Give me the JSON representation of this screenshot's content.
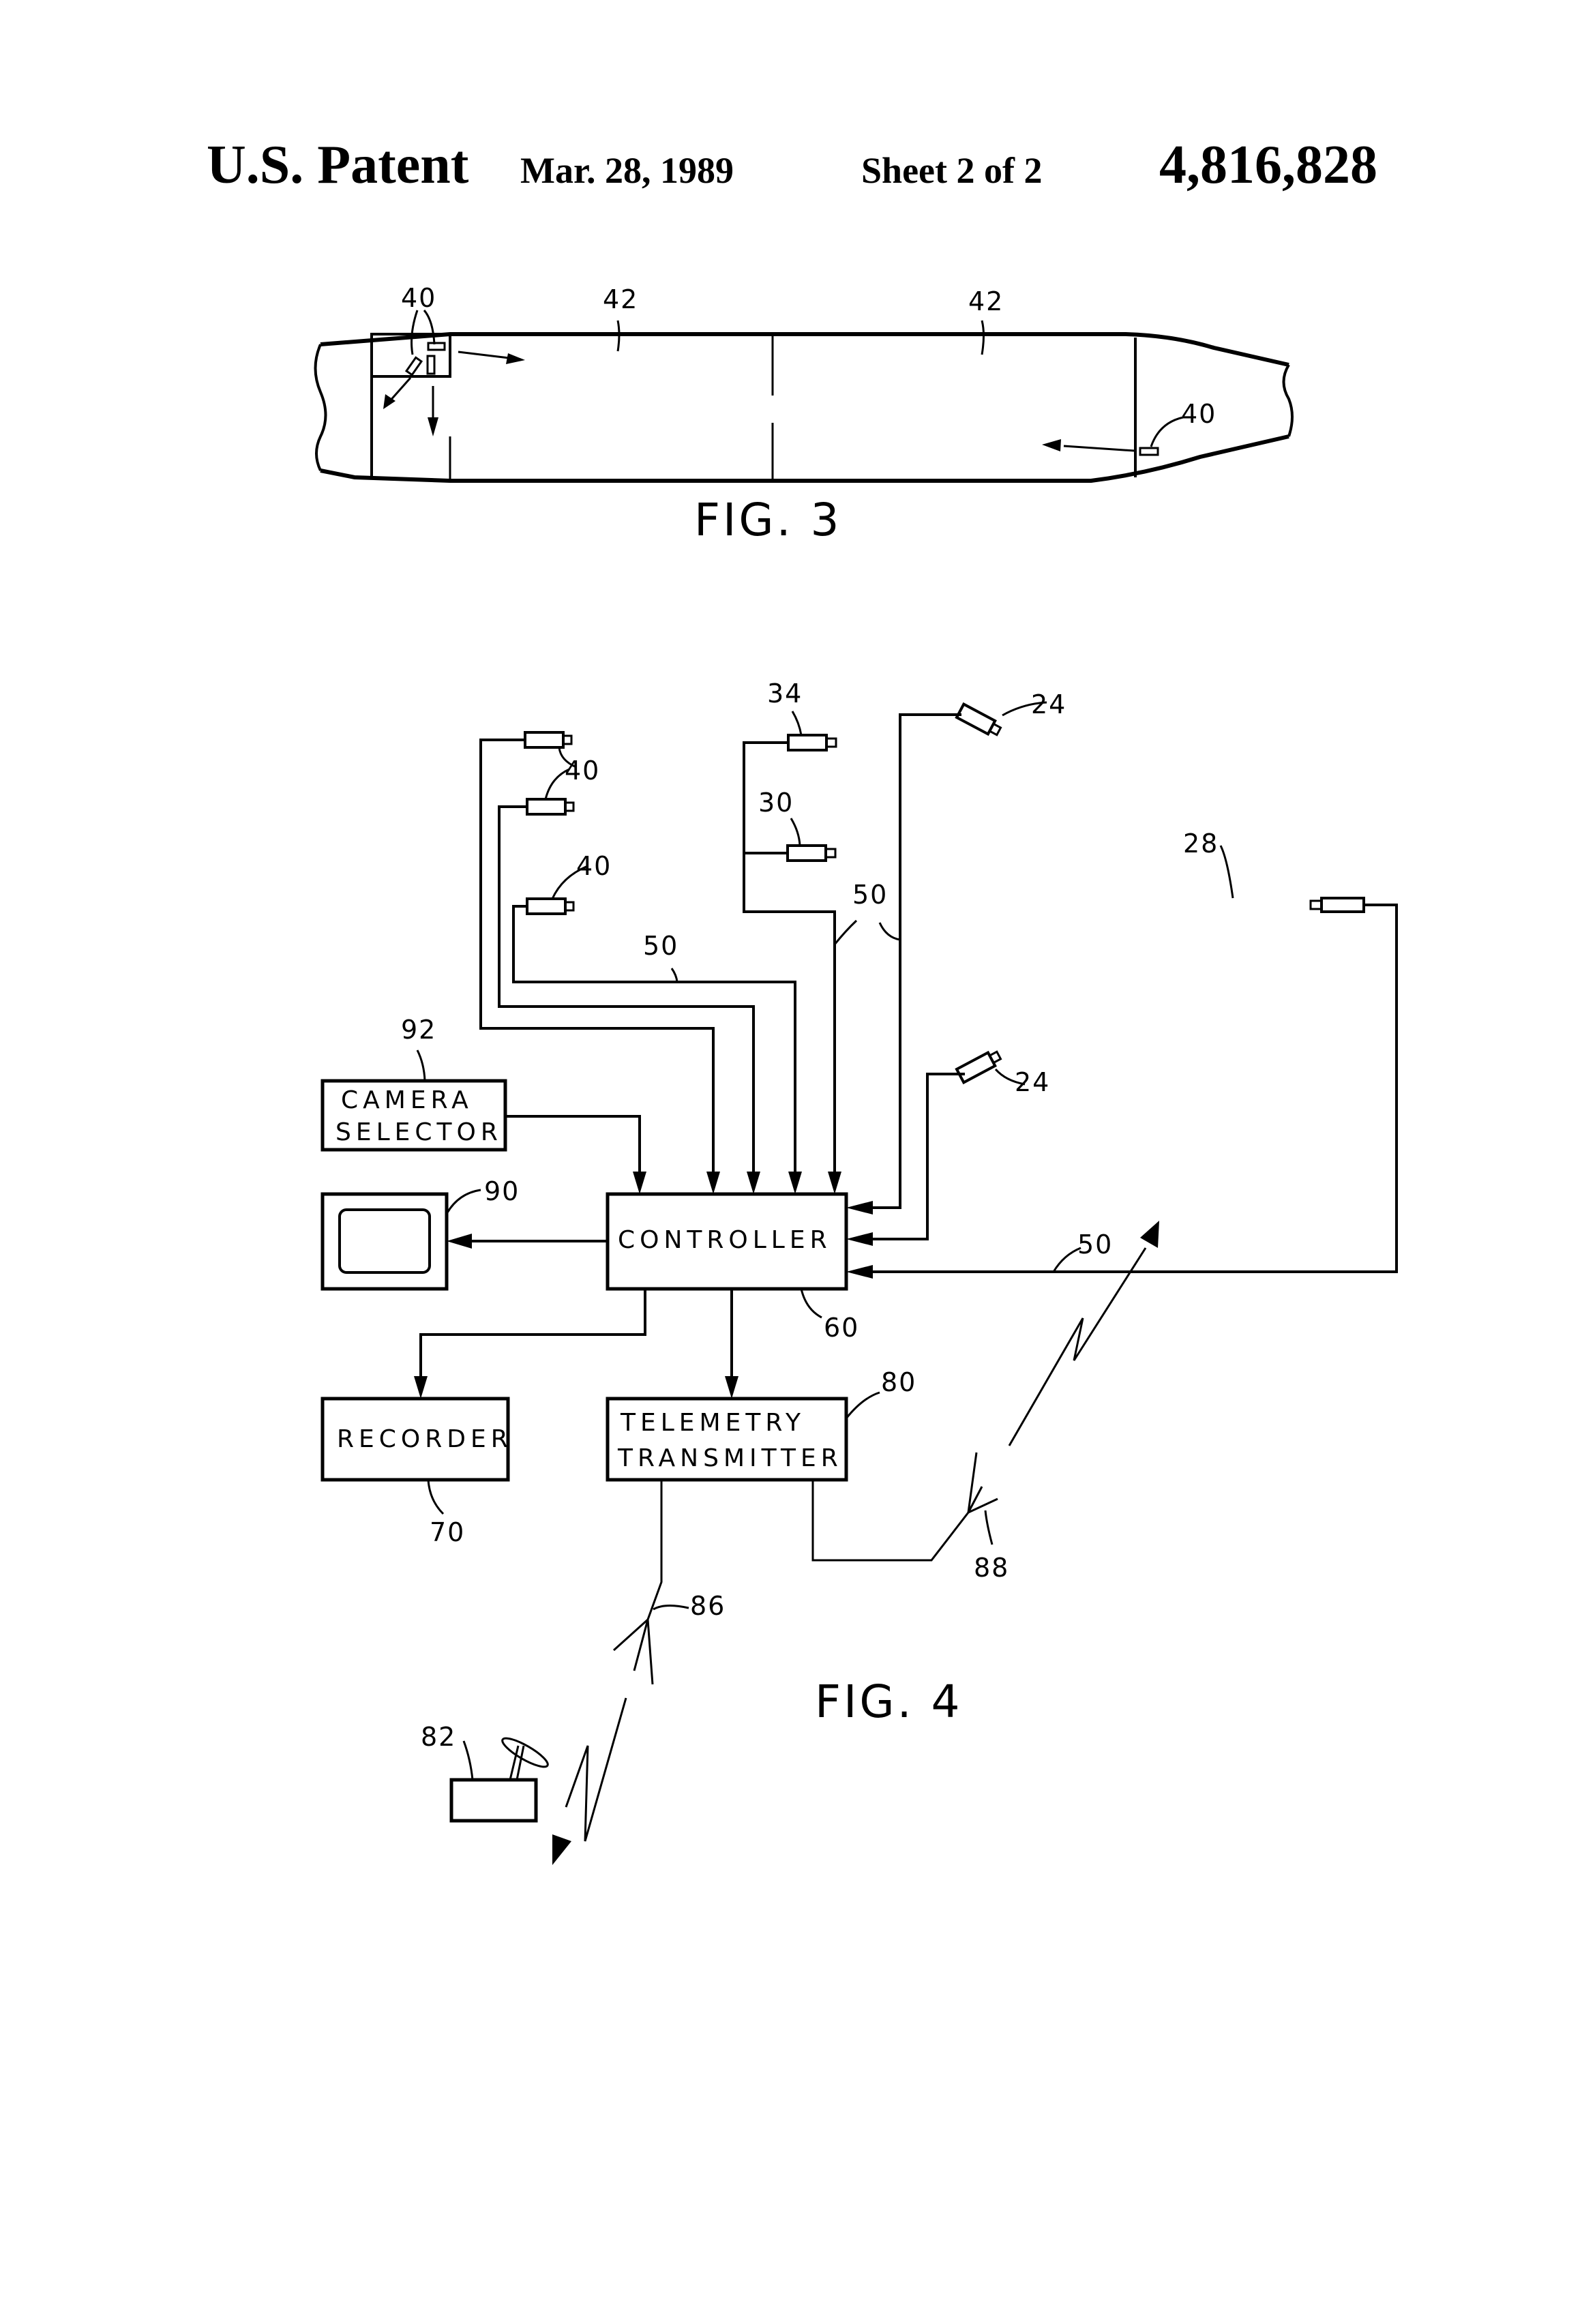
{
  "header": {
    "publisher": "U.S. Patent",
    "date": "Mar. 28, 1989",
    "sheet": "Sheet 2 of 2",
    "patent_number": "4,816,828"
  },
  "fig3": {
    "caption": "FIG. 3",
    "labels": {
      "camera_group": "40",
      "section_a": "42",
      "section_b": "42",
      "camera_rear": "40"
    }
  },
  "fig4": {
    "caption": "FIG. 4",
    "blocks": {
      "camera_selector_line1": "CAMERA",
      "camera_selector_line2": "SELECTOR",
      "controller": "CONTROLLER",
      "recorder": "RECORDER",
      "telemetry_line1": "TELEMETRY",
      "telemetry_line2": "TRANSMITTER"
    },
    "refs": {
      "camera_40_pair": "40",
      "camera_40_single": "40",
      "sensor_34": "34",
      "sensor_30": "30",
      "camera_24_top": "24",
      "camera_24_bottom": "24",
      "sensor_28": "28",
      "bus_50_left": "50",
      "bus_50_mid": "50",
      "bus_50_right": "50",
      "selector_92": "92",
      "monitor_90": "90",
      "controller_60": "60",
      "recorder_70": "70",
      "transmitter_80": "80",
      "antenna_86": "86",
      "antenna_88": "88",
      "ground_station_82": "82"
    }
  }
}
